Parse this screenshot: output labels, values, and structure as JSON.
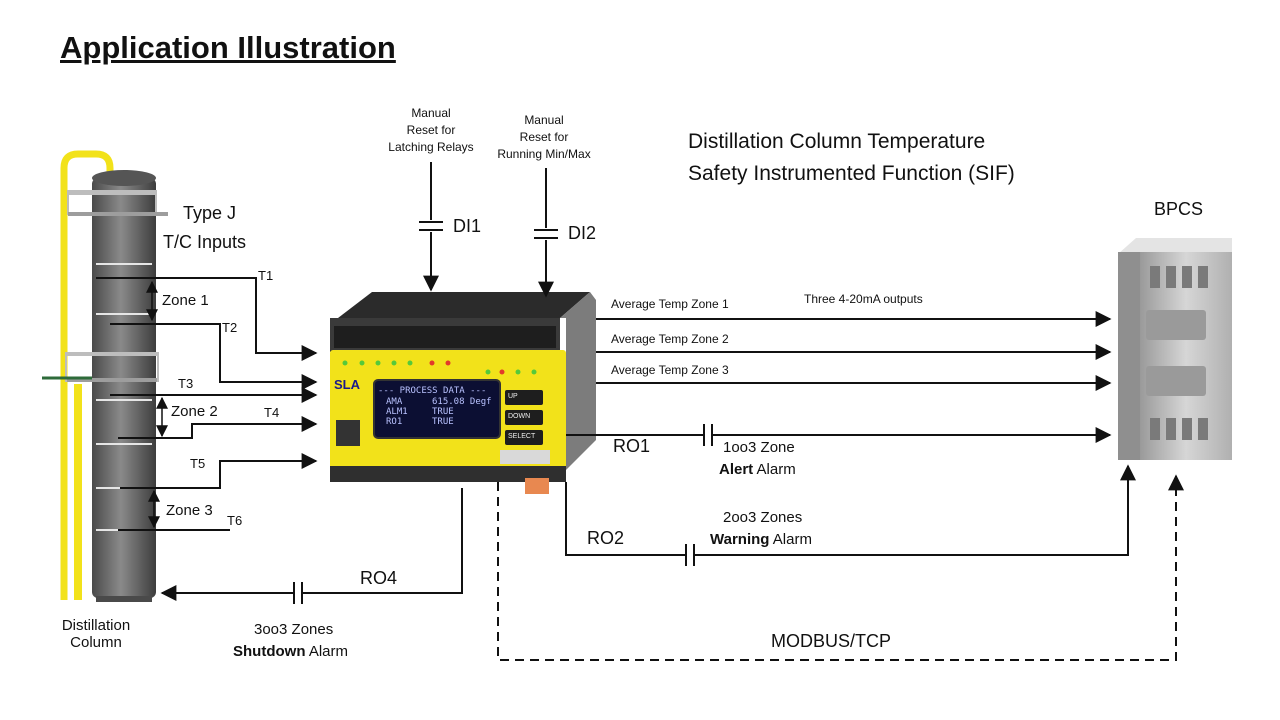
{
  "title": "Application Illustration",
  "subtitle_line1": "Distillation Column Temperature",
  "subtitle_line2": "Safety Instrumented Function (SIF)",
  "inputs_label_line1": "Type J",
  "inputs_label_line2": "T/C Inputs",
  "thermocouples": [
    "T1",
    "T2",
    "T3",
    "T4",
    "T5",
    "T6"
  ],
  "zones": [
    "Zone 1",
    "Zone 2",
    "Zone 3"
  ],
  "column_label_line1": "Distillation",
  "column_label_line2": "Column",
  "digital_inputs": [
    {
      "tag": "DI1",
      "desc_lines": [
        "Manual",
        "Reset for",
        "Latching Relays"
      ]
    },
    {
      "tag": "DI2",
      "desc_lines": [
        "Manual",
        "Reset for",
        "Running Min/Max"
      ]
    }
  ],
  "analog_outputs": [
    "Average Temp Zone 1",
    "Average Temp Zone 2",
    "Average Temp Zone 3"
  ],
  "analog_outputs_note": "Three 4-20mA outputs",
  "bpcs_label": "BPCS",
  "relay_outputs": [
    {
      "tag": "RO1",
      "line1": "1oo3 Zone",
      "bold": "Alert",
      "rest": " Alarm"
    },
    {
      "tag": "RO2",
      "line1": "2oo3 Zones",
      "bold": "Warning",
      "rest": " Alarm"
    },
    {
      "tag": "RO4",
      "line1": "3oo3 Zones",
      "bold": "Shutdown",
      "rest": " Alarm"
    }
  ],
  "comm_label": "MODBUS/TCP",
  "device": {
    "model": "SLA",
    "screen_title": "--- PROCESS DATA ---",
    "screen_rows": [
      {
        "k": "AMA",
        "v": "615.08 Degf"
      },
      {
        "k": "ALM1",
        "v": "TRUE"
      },
      {
        "k": "RO1",
        "v": "TRUE"
      }
    ],
    "buttons": [
      "UP",
      "DOWN",
      "SELECT"
    ]
  },
  "colors": {
    "device_yellow": "#f2e21a",
    "device_gray": "#8e8e8e",
    "screen_bg": "#0c0f33",
    "screen_text": "#b9c2ff",
    "column_pipe": "#f2e21a",
    "column_body": "#6c6c6c",
    "bpcs_body": "#c2c2c2"
  }
}
